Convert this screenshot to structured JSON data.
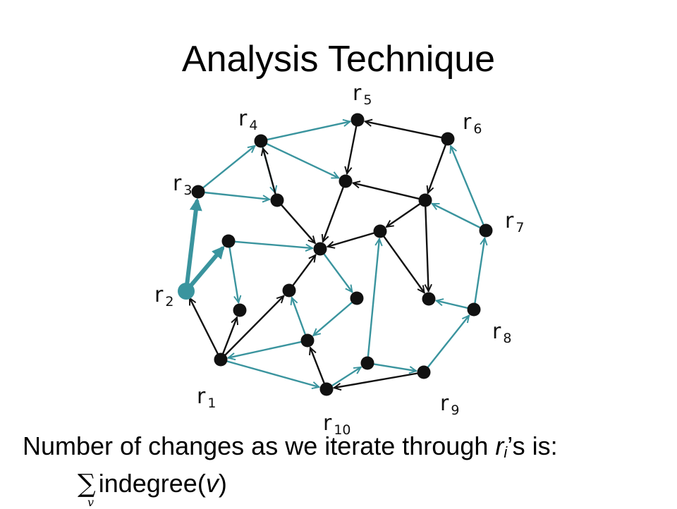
{
  "title": "Analysis Technique",
  "caption": {
    "prefix": "Number of changes as we iterate through ",
    "var": "r",
    "sub": "i",
    "suffix": "’s is:"
  },
  "formula": {
    "sigma": "∑",
    "sigma_sub": "v",
    "func_open": "indegree(",
    "var": "v",
    "func_close": ")"
  },
  "colors": {
    "teal": "#3a949e",
    "black": "#111111"
  },
  "graph": {
    "nodes": [
      {
        "id": "r1",
        "label": "r",
        "sub": "1"
      },
      {
        "id": "r2",
        "label": "r",
        "sub": "2"
      },
      {
        "id": "r3",
        "label": "r",
        "sub": "3"
      },
      {
        "id": "r4",
        "label": "r",
        "sub": "4"
      },
      {
        "id": "r5",
        "label": "r",
        "sub": "5"
      },
      {
        "id": "r6",
        "label": "r",
        "sub": "6"
      },
      {
        "id": "r7",
        "label": "r",
        "sub": "7"
      },
      {
        "id": "r8",
        "label": "r",
        "sub": "8"
      },
      {
        "id": "r9",
        "label": "r",
        "sub": "9"
      },
      {
        "id": "r10",
        "label": "r",
        "sub": "10"
      },
      {
        "id": "a",
        "label": "",
        "sub": ""
      },
      {
        "id": "b",
        "label": "",
        "sub": ""
      },
      {
        "id": "c",
        "label": "",
        "sub": ""
      },
      {
        "id": "d",
        "label": "",
        "sub": ""
      },
      {
        "id": "e",
        "label": "",
        "sub": ""
      },
      {
        "id": "f",
        "label": "",
        "sub": ""
      },
      {
        "id": "g",
        "label": "",
        "sub": ""
      },
      {
        "id": "h",
        "label": "",
        "sub": ""
      },
      {
        "id": "i",
        "label": "",
        "sub": ""
      },
      {
        "id": "j",
        "label": "",
        "sub": ""
      },
      {
        "id": "k",
        "label": "",
        "sub": ""
      },
      {
        "id": "l",
        "label": "",
        "sub": ""
      }
    ],
    "edges": [
      {
        "from": "r4",
        "to": "r5",
        "color": "teal",
        "bold": false
      },
      {
        "from": "r6",
        "to": "r5",
        "color": "black",
        "bold": false
      },
      {
        "from": "r5",
        "to": "c",
        "color": "black",
        "bold": false
      },
      {
        "from": "r4",
        "to": "c",
        "color": "teal",
        "bold": false
      },
      {
        "from": "r6",
        "to": "e",
        "color": "black",
        "bold": false
      },
      {
        "from": "e",
        "to": "c",
        "color": "black",
        "bold": false
      },
      {
        "from": "r3",
        "to": "r4",
        "color": "teal",
        "bold": false
      },
      {
        "from": "r4",
        "to": "b",
        "color": "teal",
        "bold": false
      },
      {
        "from": "b",
        "to": "r4",
        "color": "black",
        "bold": false
      },
      {
        "from": "r3",
        "to": "b",
        "color": "teal",
        "bold": false
      },
      {
        "from": "b",
        "to": "a",
        "color": "black",
        "bold": false
      },
      {
        "from": "c",
        "to": "a",
        "color": "black",
        "bold": false
      },
      {
        "from": "d",
        "to": "a",
        "color": "black",
        "bold": false
      },
      {
        "from": "e",
        "to": "d",
        "color": "black",
        "bold": false
      },
      {
        "from": "r7",
        "to": "r6",
        "color": "teal",
        "bold": false
      },
      {
        "from": "r7",
        "to": "e",
        "color": "teal",
        "bold": false
      },
      {
        "from": "r8",
        "to": "r7",
        "color": "teal",
        "bold": false
      },
      {
        "from": "e",
        "to": "g",
        "color": "black",
        "bold": false
      },
      {
        "from": "d",
        "to": "g",
        "color": "black",
        "bold": false
      },
      {
        "from": "r8",
        "to": "g",
        "color": "teal",
        "bold": false
      },
      {
        "from": "r2",
        "to": "r3",
        "color": "teal",
        "bold": true
      },
      {
        "from": "r2",
        "to": "h",
        "color": "teal",
        "bold": true
      },
      {
        "from": "h",
        "to": "a",
        "color": "teal",
        "bold": false
      },
      {
        "from": "h",
        "to": "i",
        "color": "teal",
        "bold": false
      },
      {
        "from": "a",
        "to": "f",
        "color": "teal",
        "bold": false
      },
      {
        "from": "j",
        "to": "a",
        "color": "black",
        "bold": false
      },
      {
        "from": "r1",
        "to": "r2",
        "color": "black",
        "bold": false
      },
      {
        "from": "r1",
        "to": "i",
        "color": "black",
        "bold": false
      },
      {
        "from": "r1",
        "to": "j",
        "color": "black",
        "bold": false
      },
      {
        "from": "f",
        "to": "k",
        "color": "teal",
        "bold": false
      },
      {
        "from": "k",
        "to": "j",
        "color": "teal",
        "bold": false
      },
      {
        "from": "k",
        "to": "r1",
        "color": "teal",
        "bold": false
      },
      {
        "from": "r1",
        "to": "r10",
        "color": "teal",
        "bold": false
      },
      {
        "from": "r10",
        "to": "k",
        "color": "black",
        "bold": false
      },
      {
        "from": "l",
        "to": "d",
        "color": "teal",
        "bold": false
      },
      {
        "from": "r10",
        "to": "l",
        "color": "teal",
        "bold": false
      },
      {
        "from": "l",
        "to": "r9",
        "color": "teal",
        "bold": false
      },
      {
        "from": "r9",
        "to": "r10",
        "color": "black",
        "bold": false
      },
      {
        "from": "r9",
        "to": "r8",
        "color": "teal",
        "bold": false
      }
    ]
  }
}
